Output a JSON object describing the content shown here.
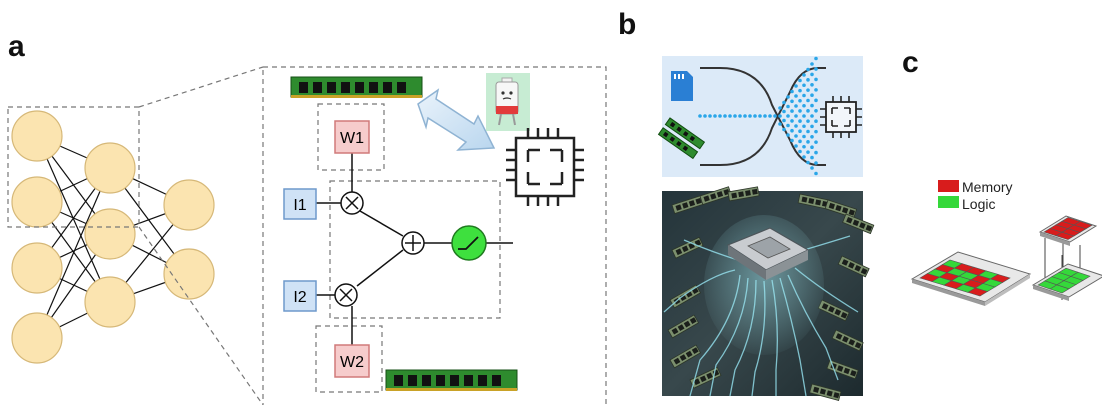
{
  "panels": {
    "a": {
      "letter": "a",
      "inputs": [
        "I1",
        "I2"
      ],
      "weights": [
        "W1",
        "W2"
      ]
    },
    "b": {
      "letter": "b"
    },
    "c": {
      "letter": "c",
      "legend": [
        "Memory",
        "Logic"
      ]
    }
  },
  "colors": {
    "neuron": "#fbe4b0",
    "neuron_stroke": "#d6b878",
    "weight_fill": "#f6cccc",
    "weight_stroke": "#d07a7a",
    "input_fill": "#cfe2f6",
    "input_stroke": "#6e99cc",
    "activation": "#3ee03e",
    "memory": "#d81c1c",
    "logic": "#35d83a",
    "ram": "#2e8b2e",
    "flow_bg": "#dceaf8",
    "flow_dots": "#2aa6e8"
  },
  "icons": [
    "ram-module-icon",
    "chip-icon",
    "battery-icon",
    "double-arrow-icon",
    "sd-card-icon",
    "multiply-icon",
    "sum-icon",
    "activation-icon"
  ]
}
